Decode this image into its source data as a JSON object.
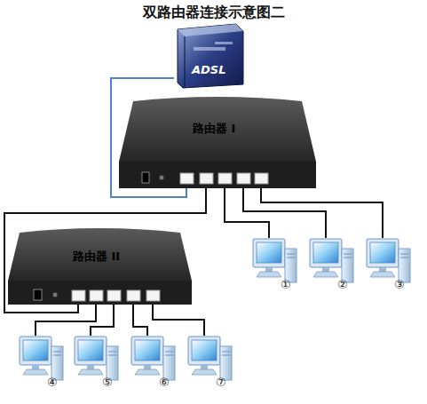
{
  "diagram": {
    "title": "双路由器连接示意图二",
    "nodes": [
      {
        "text": [
          "ADSL"
        ]
      },
      {
        "text": [
          "路由器 I"
        ]
      },
      {
        "text": [
          "路由器 II"
        ]
      },
      {
        "text": [
          "①"
        ]
      },
      {
        "text": [
          "②"
        ]
      },
      {
        "text": [
          "③"
        ]
      },
      {
        "text": [
          "④"
        ]
      },
      {
        "text": [
          "⑤"
        ]
      },
      {
        "text": [
          "⑥"
        ]
      },
      {
        "text": [
          "⑦"
        ]
      }
    ],
    "edges": [
      {
        "from": 0,
        "to": 1,
        "arrow": "none"
      },
      {
        "from": 1,
        "to": 2,
        "arrow": "none"
      },
      {
        "from": 1,
        "to": 3,
        "arrow": "none"
      },
      {
        "from": 1,
        "to": 4,
        "arrow": "none"
      },
      {
        "from": 1,
        "to": 5,
        "arrow": "none"
      },
      {
        "from": 2,
        "to": 6,
        "arrow": "none"
      },
      {
        "from": 2,
        "to": 7,
        "arrow": "none"
      },
      {
        "from": 2,
        "to": 8,
        "arrow": "none"
      },
      {
        "from": 2,
        "to": 9,
        "arrow": "none"
      }
    ]
  }
}
